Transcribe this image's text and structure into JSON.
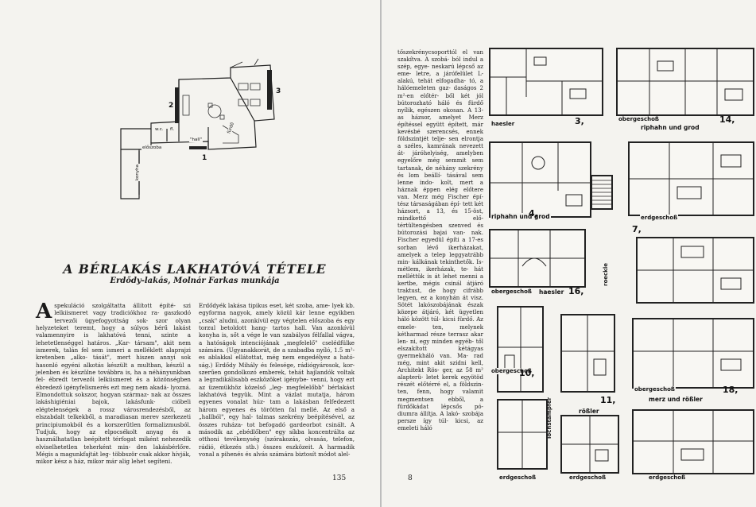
{
  "left_page": {
    "plan_labels": {
      "konyha": "konyha",
      "eloszoba": "előszoba",
      "hall": "\"hall\"",
      "wc": "w.c.",
      "fl": "fl.",
      "furdo": "fürdő",
      "n1": "1",
      "n2": "2",
      "n3": "3"
    },
    "title": "A BÉRLAKÁS LAKHATÓVÁ TÉTELE",
    "subtitle": "Erdődy-lakás, Molnár Farkas munkája",
    "dropcap": "A",
    "col1": "spekuláció szolgáltatta állított építé- szi lelkiismeret vagy tradiciókhoz ra- gaszkodó tervezői ügyefogyottság sok- szor olyan helyzeteket teremt, hogy a súlyos bérű lakást valamennyire is lakhatóvá tenni, szinte a lehetetlenséggel határos. „Kar- társam\", akit nem ismerek, talán fel sem ismeri a melléklett alaprajzi kretenben „alko- tását\", mert hiszen annyi sok hasonló egyéni alkotás készült a multban, készül a jelenben és készülne továbbra is, ha a néhányunkban fel- ébredt tervezői lelkiismeret és a közönségben ébredező igényfelismerés ezt meg nem akadá- lyozná. Elmondottuk sokszor, hogyan származ- nak az összes lakáshigiéniai bajok, lakásfunk- cióbeli elégtelenségek a rossz városrendezésből, az elszabdalt telkekből, a maradiasan merev szerkezeti principiumokból és a korszerűtlen formalizmusból. Tudjuk, hogy az elpocsékolt anyag és a használhatatlan beépített térfogat miként nehezedik elviselhetetlen teherként min- den lakásbérlőre. Mégis a magunkfajtát leg- többször csak akkor hívják, mikor kész a ház, mikor már alig lehet segíteni.",
    "col2": "Erdődyék lakása tipikus eset, két szoba, ame- lyek kb. egyforma nagyok, amely közül kár lenne egyikben „csak\" aludni, azonkívül egy végtelen előszoba és egy torzul betoldott hang- tartos hall. Van azonkívül konyha is, sőt a vége le van szabályos félfallal vágva, a hatóságok intenciójának „megfelelő\" cselédfülke számára. (Ugyanakkorát, de a szabadba nyíló, 1.5 m²-es ablakkal ellátottat, még nem engedélyez a ható- ság.) Erdődy Mihály és felesége, rádiógyárosok, kor- szerűen gondolkozó emberek, tehát hajlandók voltak a legradikálisabb eszközöket igénybe- venni, hogy ezt az üzemükhöz közelső „leg- megfelelőbb\" bérlakást lakhatóvá tegyük. Mint a vázlat mutatja, három egyenes vonalat húz- tam a lakásban felfedezett három egyenes és törötten fal mellé. Az első a „hallból\", egy hal- talmas szekrény beépítésével, az összes ruháza- tot befogadó gardeorbot csinált. A második az „ebédlőben\" egy síkba koncentrálta az otthoni tevékenység (szórakozás, olvasás, telefon, rádió, étkezés stb.) összes eszközeit. A harmadik vonal a pihenés és alvás számára biztosít módot alel-",
    "page_number": "135"
  },
  "right_page": {
    "column_text": "tőszekrénycsoporttól el van szakítva. A szobá- ból indul a szép, egye- neskarú lépcső az eme- letre, a járófelület L- alakú, tehát elfogadha- tó, a hálóemeleten gaz- daságos 2 m²-en előtér- ből két jól bútorozható háló és fürdő nyílik, egészen okosan. A 13-as házsor, amelyet Merz építéssel együtt épített, már kevésbé szerencsés, ennek földszintjét telje- sen elrontja a széles, kamrának nevezett át- járóhelyiség, amelyben egyelőre még semmit sem tartanak, de néhány szekrény és lom beállí- tásával sem lenne indo- kolt, mert a háznak éppen elég előtere van. Merz még Fischer épí- tész társaságában épí- tett két házsort, a 13, és 15-öst, mindkettő elő- tértültengésben szenved és bútorozási bajai van- nak. Fischer egyedül építi a 17-es sorban lévő ikerházakat, amelyek a telep leggyatrább min- kálkának tekinthetők. Is- métlem, ikerházak, te- hát melléttük is át lehet menni a kertbe, mégis csinál átjáró traktust, de hogy cifrább legyen, ez a konyhán át visz. Sötét lakószobájának észak közepe átjáró, két ügyetlen háló között túl- kicsi fürdő. Az emele- ten, melynek kétharmad része terrasz akar len- ni, egy minden egyéb- től elszakított kétágyas gyermekháló van. Ma- rad még, mint akit szidni kell, Architekt Rös- ger, az 58 m² alapterü- letet kerek egyötöd részét előtérré el, a földszin- ten, fenn, hogy valamit megmentsen ebből, a fürdőkádat lépcsős pó- diumra állítja. A lakó- szobája persze így túl- kicsi, az emeleti háló",
    "plan_labels": {
      "haesler": "haesler",
      "n3": "3,",
      "obergeschoss1": "obergeschoß",
      "n14": "14,",
      "riphahn_grod_top": "riphahn und grod",
      "riphahn_grod": "riphahn und grod",
      "n4": "4,",
      "erdgeschoss1": "erdgeschoß",
      "n7": "7,",
      "raeckle": "roeckle",
      "obergeschoss2": "obergeschoß",
      "haesler2": "haesler",
      "n16": "16,",
      "obergeschoss3": "obergeschoß",
      "n10": "10,",
      "lochstampfer": "lochstampfer",
      "n11": "11,",
      "rossler": "rößler",
      "obergeschoss4": "obergeschoß",
      "n18": "18,",
      "merz_rossler": "merz und rößler",
      "erdgeschoss2": "erdgeschoß",
      "erdgeschoss3": "erdgeschoß",
      "erdgeschoss4": "erdgeschoß"
    },
    "page_number": "8"
  }
}
